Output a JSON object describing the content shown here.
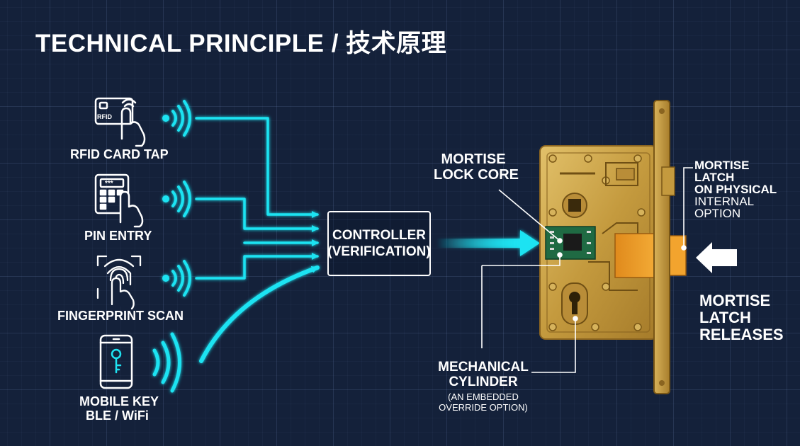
{
  "title": "TECHNICAL PRINCIPLE / 技术原理",
  "inputs": {
    "rfid": {
      "label": "RFID CARD TAP",
      "card_text": "RFID"
    },
    "pin": {
      "label": "PIN ENTRY",
      "display_text": "***"
    },
    "fingerprint": {
      "label": "FINGERPRINT SCAN"
    },
    "mobile": {
      "label_line1": "MOBILE KEY",
      "label_line2": "BLE / WiFi"
    }
  },
  "controller": {
    "line1": "CONTROLLER",
    "line2": "(VERIFICATION)"
  },
  "lock_core": {
    "line1": "MORTISE",
    "line2": "LOCK CORE"
  },
  "cylinder": {
    "line1": "MECHANICAL",
    "line2": "CYLINDER",
    "note_line1": "(AN EMBEDDED",
    "note_line2": "OVERRIDE OPTION)"
  },
  "latch_top": {
    "line1": "MORTISE",
    "line2": "LATCH",
    "line3": "ON PHYSICAL",
    "line4": "INTERNAL",
    "line5": "OPTION"
  },
  "latch_release": {
    "line1": "MORTISE",
    "line2": "LATCH",
    "line3": "RELEASES"
  },
  "colors": {
    "background": "#14213a",
    "cyan": "#1fe3f2",
    "brass": "#c9a24a",
    "white": "#ffffff"
  }
}
